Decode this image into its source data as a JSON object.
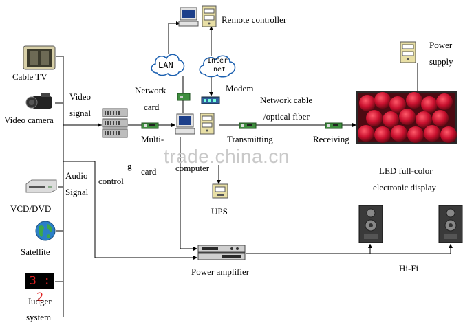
{
  "labels": {
    "cable_tv": "Cable TV",
    "video_camera": "Video camera",
    "vcd_dvd": "VCD/DVD",
    "satellite": "Satellite",
    "judger_line1": "Judger",
    "judger_line2": "system",
    "judger_display": "3 : 2",
    "video_line1": "Video",
    "video_line2": "signal",
    "audio_line1": "Audio",
    "audio_line2": "Signal",
    "control": "control",
    "lan": "LAN",
    "internet_line1": "Inter",
    "internet_line2": "net",
    "remote_controller": "Remote controller",
    "network_card_line1": "Network",
    "network_card_line2": "card",
    "modem": "Modem",
    "multi_card_line1": "Multi-",
    "multi_card_line2": "card",
    "computer": "computer",
    "network_cable_line1": "Network cable",
    "network_cable_line2": "/optical fiber",
    "transmitting": "Transmitting",
    "receiving": "Receiving",
    "ups": "UPS",
    "power_line1": "Power",
    "power_line2": "supply",
    "led_line1": "LED full-color",
    "led_line2": "electronic display",
    "power_amplifier": "Power amplifier",
    "hifi": "Hi-Fi"
  },
  "watermark": "trade.china.cn",
  "colors": {
    "wire": "#000000",
    "led_red": "#c8102e",
    "cloud_fill": "#ffffff",
    "beige": "#e8dfa5"
  }
}
